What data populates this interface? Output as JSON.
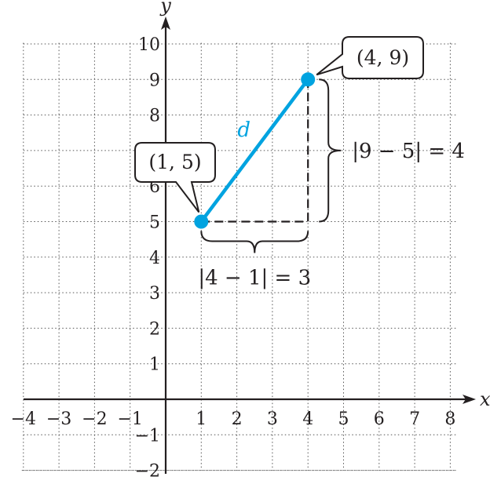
{
  "graph": {
    "x_axis_label": "x",
    "y_axis_label": "y",
    "x_range": [
      -4,
      8
    ],
    "y_range": [
      -2,
      10
    ],
    "grid": "dotted",
    "x_ticks": [
      "−4",
      "−3",
      "−2",
      "−1",
      "1",
      "2",
      "3",
      "4",
      "5",
      "6",
      "7",
      "8"
    ],
    "x_tick_values": [
      -4,
      -3,
      -2,
      -1,
      1,
      2,
      3,
      4,
      5,
      6,
      7,
      8
    ],
    "y_ticks": [
      "−2",
      "−1",
      "1",
      "2",
      "3",
      "4",
      "5",
      "6",
      "7",
      "8",
      "9",
      "10"
    ],
    "y_tick_values": [
      -2,
      -1,
      1,
      2,
      3,
      4,
      5,
      6,
      7,
      8,
      9,
      10
    ]
  },
  "points": [
    {
      "x": 1,
      "y": 5,
      "label": "(1, 5)"
    },
    {
      "x": 4,
      "y": 9,
      "label": "(4, 9)"
    }
  ],
  "segment": {
    "label": "d",
    "color": "#00a3e0"
  },
  "horizontal_leg": {
    "label": "|4 − 1| = 3"
  },
  "vertical_leg": {
    "label": "|9 − 5| = 4"
  },
  "colors": {
    "ink": "#231f20",
    "grid": "#555555",
    "accent": "#00a3e0"
  }
}
